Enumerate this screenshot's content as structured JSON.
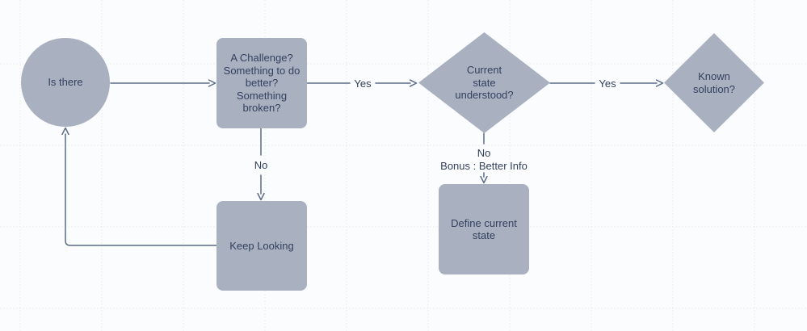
{
  "canvas": {
    "background": "#fbfcfd",
    "grid_color": "#e5e8ec"
  },
  "palette": {
    "shape_fill": "#a9b0c0",
    "shape_text": "#33415e",
    "connector": "#5b6b88",
    "edge_label_text": "#33415e"
  },
  "nodes": [
    {
      "id": "is-there",
      "shape": "circle",
      "label": "Is there"
    },
    {
      "id": "challenge",
      "shape": "rounded-rectangle",
      "label": "A Challenge?\nSomething to do\nbetter?\nSomething\nbroken?"
    },
    {
      "id": "current-state",
      "shape": "diamond",
      "label": "Current\nstate\nunderstood?"
    },
    {
      "id": "known-solution",
      "shape": "diamond",
      "label": "Known\nsolution?"
    },
    {
      "id": "keep-looking",
      "shape": "rounded-rectangle",
      "label": "Keep Looking"
    },
    {
      "id": "define-current-state",
      "shape": "rounded-rectangle",
      "label": "Define current\nstate"
    }
  ],
  "edges": [
    {
      "from": "is-there",
      "to": "challenge",
      "label": ""
    },
    {
      "from": "challenge",
      "to": "current-state",
      "label": "Yes"
    },
    {
      "from": "current-state",
      "to": "known-solution",
      "label": "Yes"
    },
    {
      "from": "challenge",
      "to": "keep-looking",
      "label": "No"
    },
    {
      "from": "current-state",
      "to": "define-current-state",
      "label": "No\nBonus : Better Info"
    },
    {
      "from": "keep-looking",
      "to": "is-there",
      "label": ""
    }
  ]
}
